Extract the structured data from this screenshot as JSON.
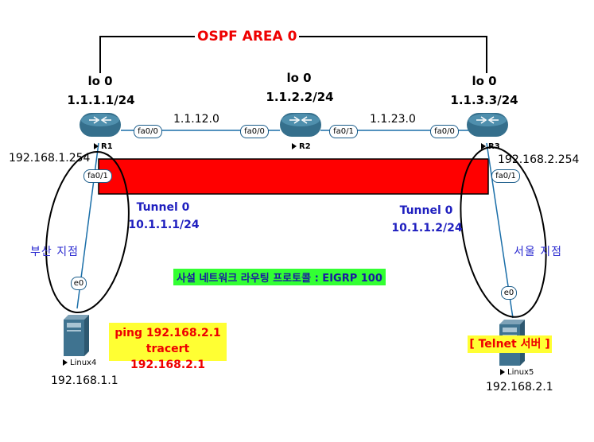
{
  "ospf_label": "OSPF AREA 0",
  "routers": {
    "r1": {
      "name": "R1",
      "lo_name": "lo 0",
      "lo_ip": "1.1.1.1/24",
      "lan_ip": "192.168.1.254"
    },
    "r2": {
      "name": "R2",
      "lo_name": "lo 0",
      "lo_ip": "1.1.2.2/24"
    },
    "r3": {
      "name": "R3",
      "lo_name": "lo 0",
      "lo_ip": "1.1.3.3/24",
      "lan_ip": "192.168.2.254"
    }
  },
  "networks": {
    "r1_r2": "1.1.12.0",
    "r2_r3": "1.1.23.0"
  },
  "ports": {
    "r1_fa00": "fa0/0",
    "r1_fa01": "fa0/1",
    "r2_fa00": "fa0/0",
    "r2_fa01": "fa0/1",
    "r3_fa00": "fa0/0",
    "r3_fa01": "fa0/1",
    "linux4_e0": "e0",
    "linux5_e0": "e0"
  },
  "tunnels": {
    "left": {
      "name": "Tunnel 0",
      "ip": "10.1.1.1/24"
    },
    "right": {
      "name": "Tunnel 0",
      "ip": "10.1.1.2/24"
    }
  },
  "sites": {
    "busan": "부산 지점",
    "seoul": "서울 지점"
  },
  "eigrp_label": "사설 네트워크 라우팅 프로토콜 : EIGRP 100",
  "linux4": {
    "name": "Linux4",
    "ip": "192.168.1.1",
    "cmd1": "ping 192.168.2.1",
    "cmd2": "tracert 192.168.2.1"
  },
  "linux5": {
    "name": "Linux5",
    "ip": "192.168.2.1",
    "role": "[ Telnet 서버 ]"
  },
  "colors": {
    "tunnel": "#ff0000",
    "link": "#1a6ea8",
    "router": "#2f6f8f",
    "ospf_text": "#ee0000",
    "highlight_yellow": "#ffff33",
    "highlight_green": "#33ff33"
  }
}
